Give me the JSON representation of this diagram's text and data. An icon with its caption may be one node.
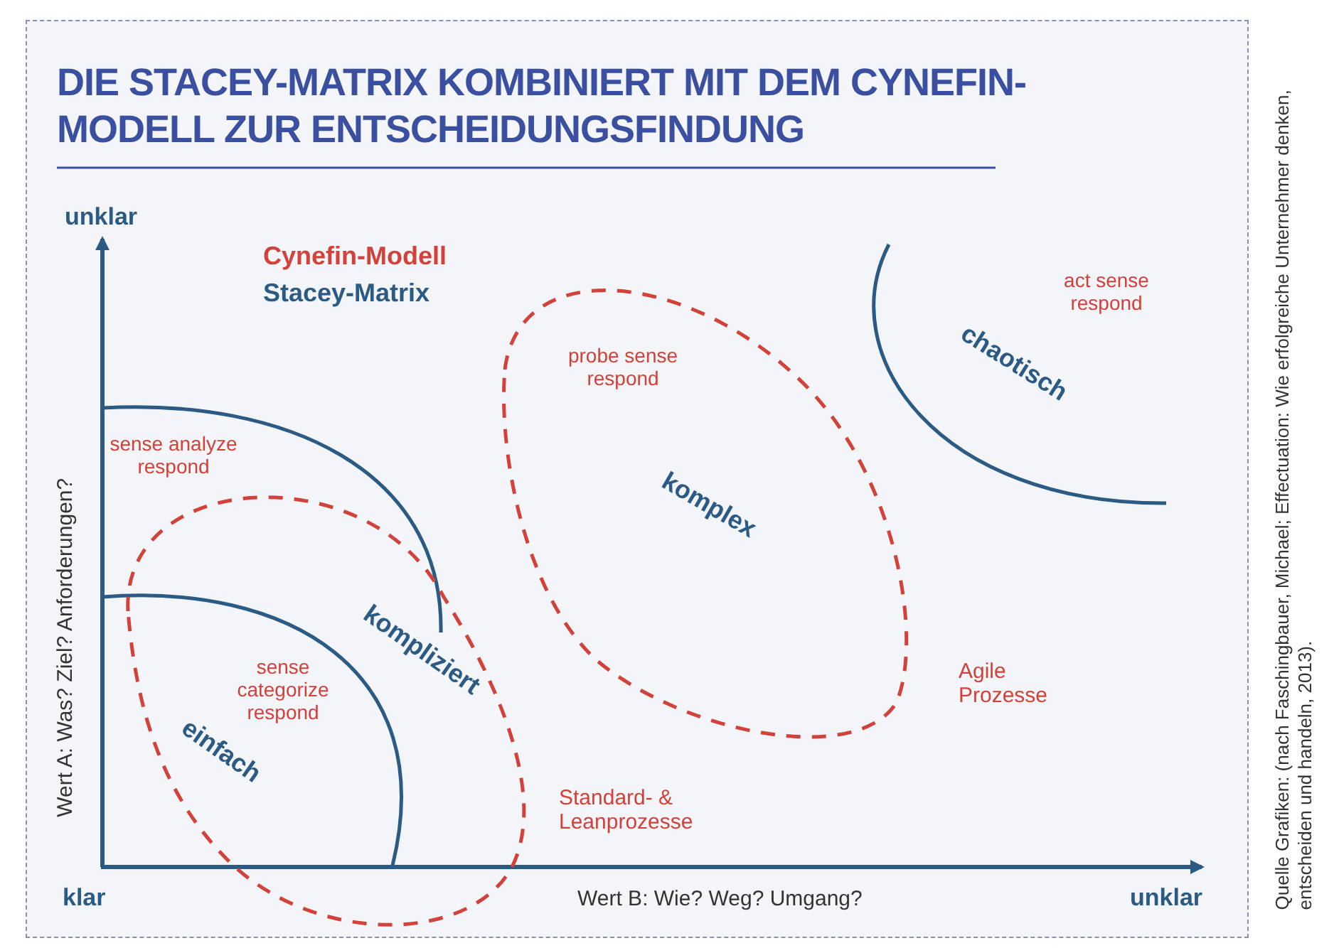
{
  "diagram": {
    "title": "DIE STACEY-MATRIX KOMBINIERT MIT DEM CYNEFIN-MODELL ZUR ENTSCHEIDUNGSFINDUNG",
    "caption": "Quelle Grafiken: (nach Faschingbauer, Michael; Effectuation: Wie erfolgreiche Unternehmer denken, entscheiden und handeln, 2013).",
    "labels": [
      "unklar",
      "act sense respond",
      "chaotisch",
      "probe sense respond",
      "sense analyze respond",
      "komplex",
      "Wert A: Was? Ziel? Anforderungen?",
      "kompliziert",
      "Agile Prozesse",
      "sense categorize respond",
      "einfach",
      "Standard- & Leanprozesse",
      "klar",
      "Wert B: Wie? Weg? Umgang?",
      "unklar"
    ],
    "legend": [
      {
        "text": "Cynefin-Modell",
        "color": "#d2413a"
      },
      {
        "text": "Stacey-Matrix",
        "color": "#2b5b84"
      }
    ]
  }
}
